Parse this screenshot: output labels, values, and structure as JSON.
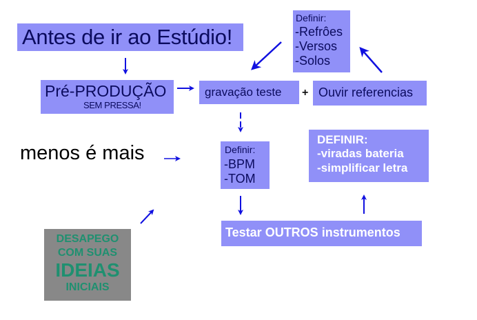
{
  "diagram": {
    "title": "Antes de ir ao Estúdio!",
    "pre_producao": {
      "main": "Pré-PRODUÇÃO",
      "sub": "SEM PRESSA!"
    },
    "gravacao_teste": "gravação teste",
    "plus": "+",
    "ouvir_referencias": "Ouvir referencias",
    "definir_estrutura": {
      "head": "Definir:",
      "items": [
        "-Refrôes",
        "-Versos",
        "-Solos"
      ]
    },
    "menos_e_mais": "menos é mais",
    "definir_tempo": {
      "head": "Definir:",
      "items": [
        "-BPM",
        "-TOM"
      ]
    },
    "definir_arranjo": {
      "lines": [
        "DEFINIR:",
        "-viradas bateria",
        "-simplificar letra"
      ]
    },
    "testar_instrumentos": "Testar OUTROS instrumentos",
    "desapego": {
      "lines": [
        "DESAPEGO",
        "COM SUAS",
        "IDEIAS",
        "INICIAIS"
      ]
    },
    "colors": {
      "box_fill": "#9090f8",
      "box_text_dark": "#0b0b5e",
      "box_text_light": "#ffffff",
      "arrow": "#1010e0",
      "desapego_fill": "#888888",
      "desapego_text": "#1f9070"
    }
  }
}
